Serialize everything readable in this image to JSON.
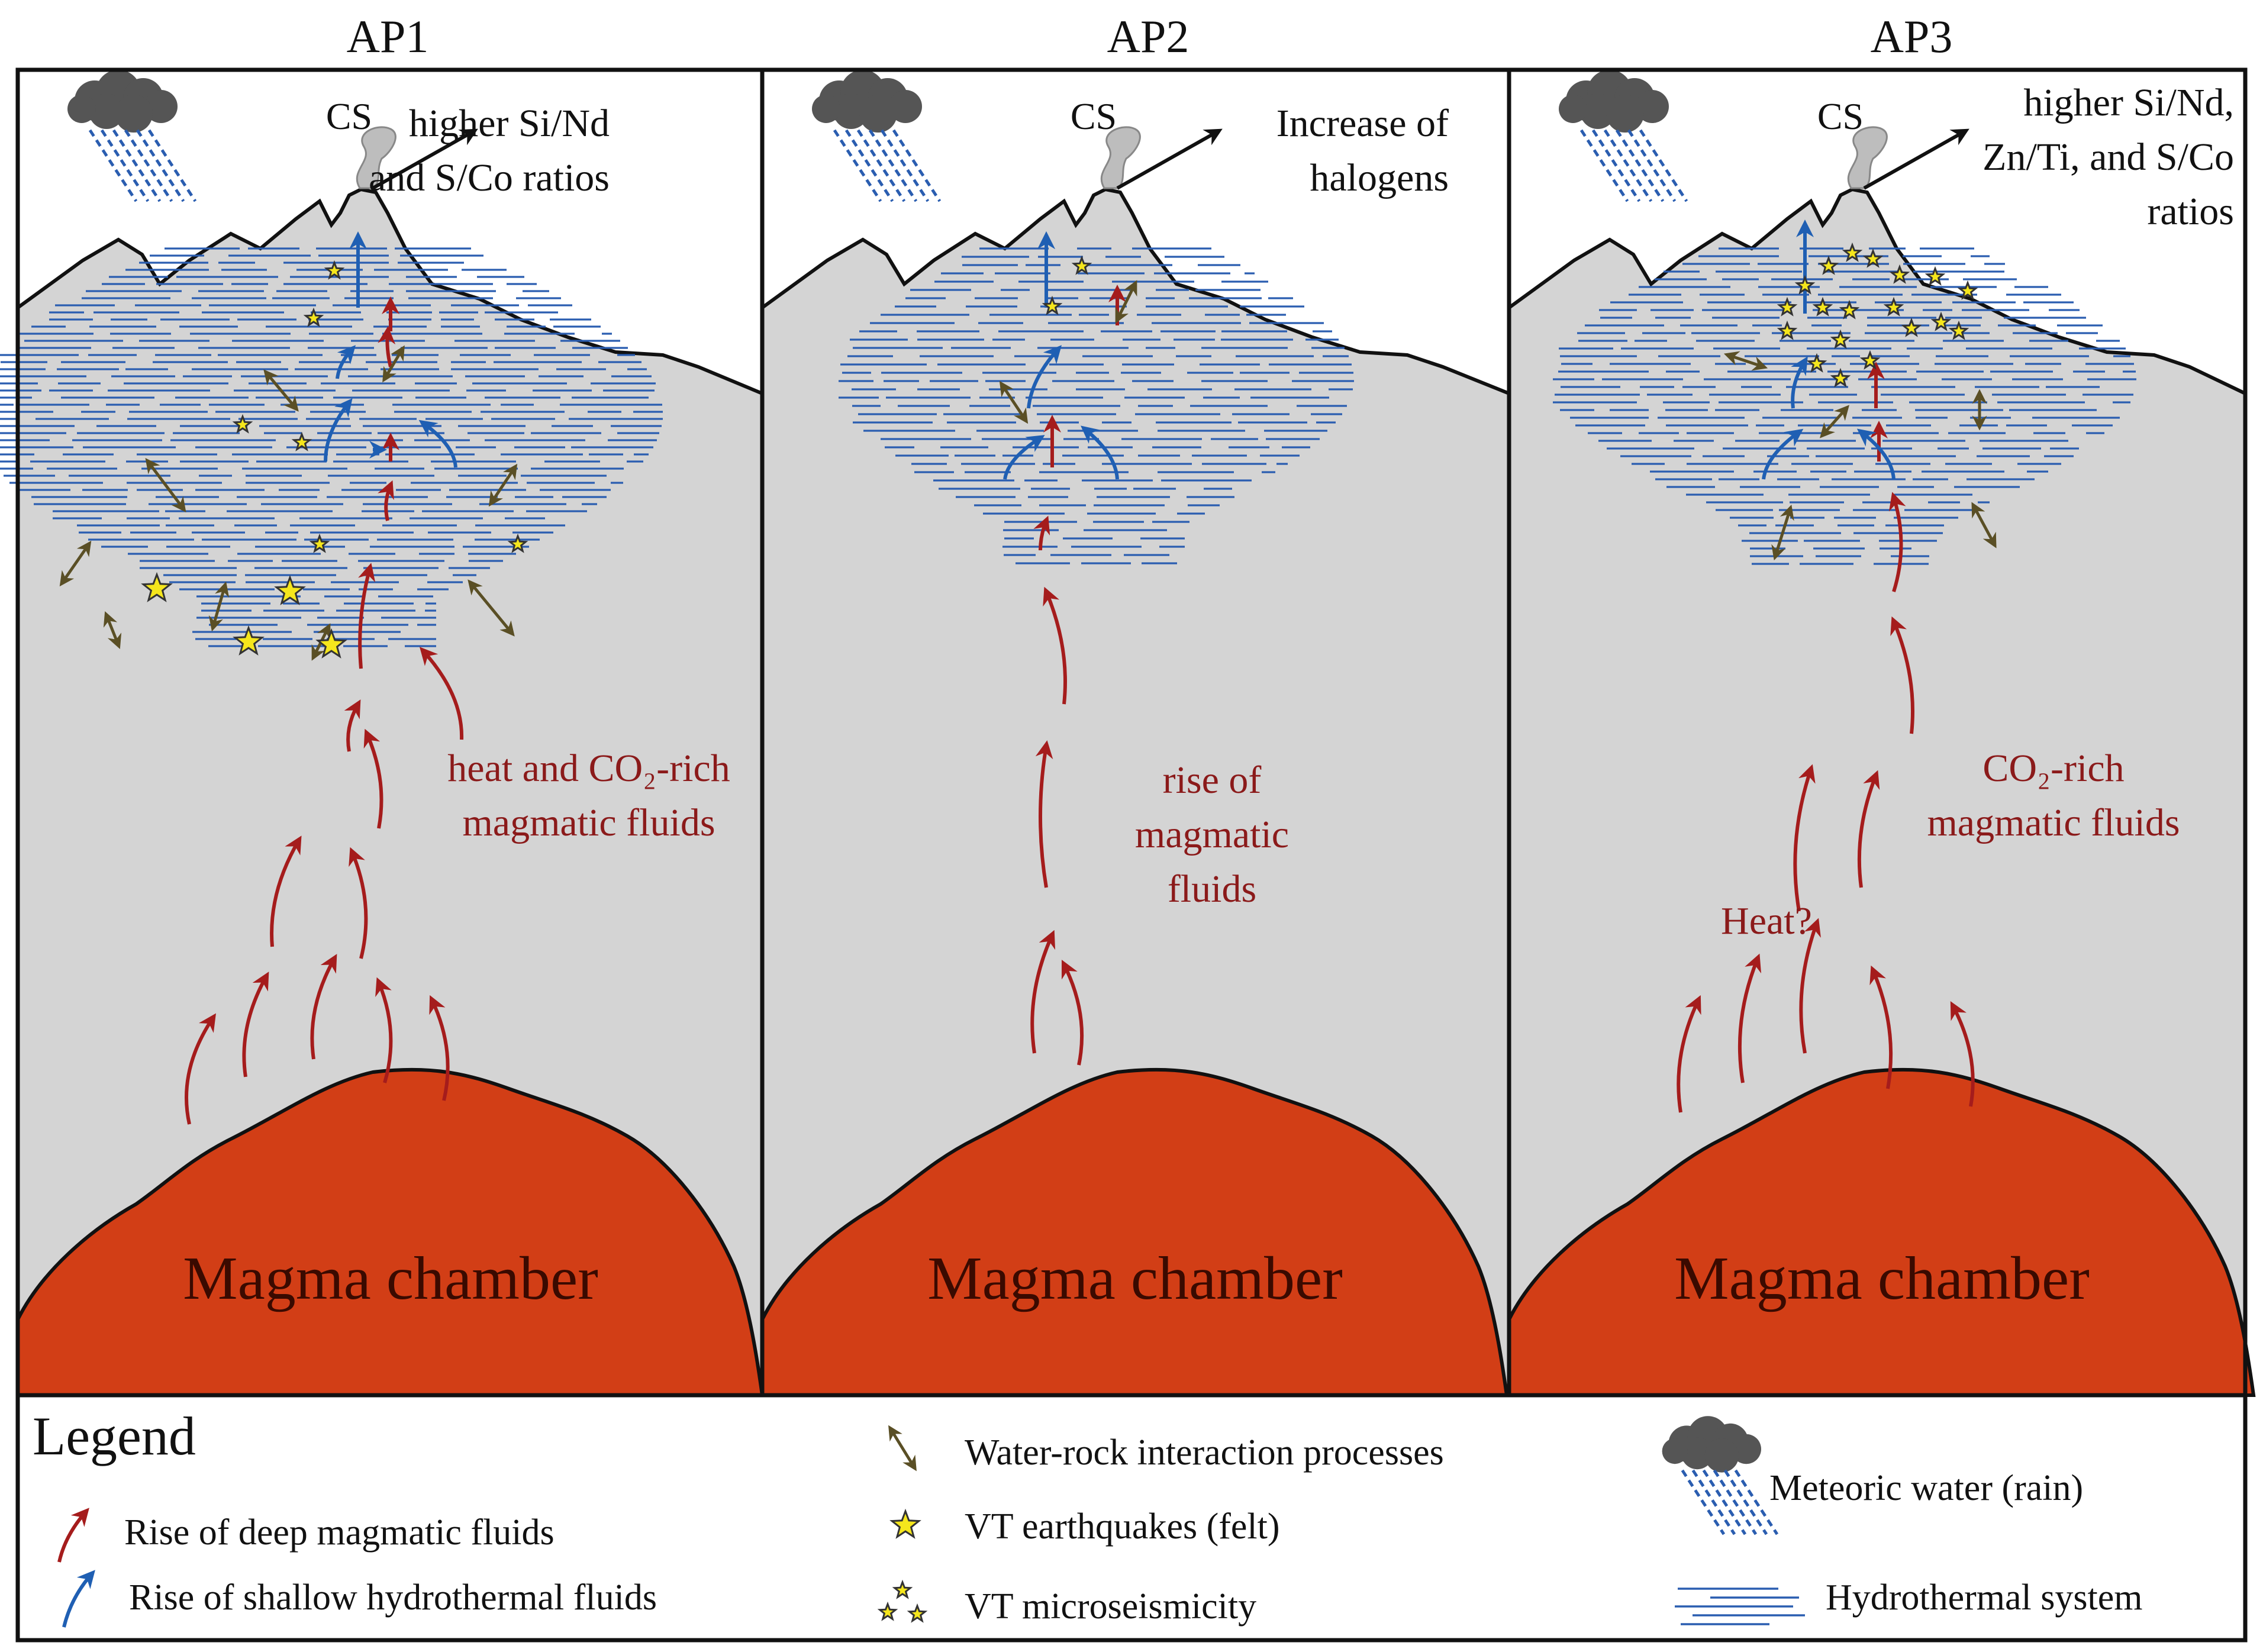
{
  "panels": [
    {
      "id": "ap1",
      "title": "AP1",
      "cs_label": "CS",
      "gas_note": [
        "higher Si/Nd",
        "and S/Co ratios"
      ],
      "fluid_label": [
        "heat and CO₂-rich",
        "magmatic fluids"
      ],
      "chamber_label": "Magma chamber"
    },
    {
      "id": "ap2",
      "title": "AP2",
      "cs_label": "CS",
      "gas_note": [
        "Increase of",
        "halogens"
      ],
      "fluid_label": [
        "rise of",
        "magmatic",
        "fluids"
      ],
      "chamber_label": "Magma chamber"
    },
    {
      "id": "ap3",
      "title": "AP3",
      "cs_label": "CS",
      "gas_note": [
        "higher Si/Nd,",
        "Zn/Ti, and S/Co",
        "ratios"
      ],
      "fluid_label": [
        "CO₂-rich",
        "magmatic fluids"
      ],
      "heat_label": "Heat?",
      "chamber_label": "Magma chamber"
    }
  ],
  "legend": {
    "title": "Legend",
    "items": {
      "deep_fluids": "Rise of deep magmatic fluids",
      "shallow_fluids": "Rise of shallow hydrothermal fluids",
      "water_rock": "Water-rock interaction processes",
      "vt_felt": "VT earthquakes (felt)",
      "vt_micro": "VT microseismicity",
      "meteoric": "Meteoric water (rain)",
      "hydrothermal": "Hydrothermal system"
    }
  },
  "icons": {
    "cloud": "cloud-icon",
    "rain": "rain-icon",
    "plume": "gas-plume-icon",
    "star": "star-icon",
    "double_arrow": "double-arrow-icon"
  },
  "colors": {
    "crust": "#d4d4d4",
    "magma": "#d23e16",
    "deep_arrow": "#a51c1c",
    "shallow_arrow": "#1f5fb3",
    "hydro_lines": "#2a5db0",
    "water_rock_arrow": "#5a4f25",
    "star_fill": "#f5e61c",
    "red_text": "#8b1a1a"
  }
}
